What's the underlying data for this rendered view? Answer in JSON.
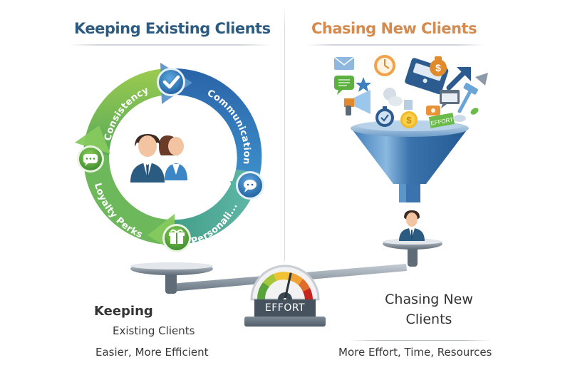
{
  "left_panel": {
    "title": "Keeping Existing Clients",
    "title_color": "#2c5b82",
    "cycle": {
      "center_icon": "client-couple-icon",
      "segments": [
        {
          "label": "Consistency",
          "icon": "checkmark-icon",
          "color": "#8cc152"
        },
        {
          "label": "Communication",
          "icon": "speech-bubble-icon",
          "color": "#2f74b5"
        },
        {
          "label": "Personali...",
          "icon": "gift-icon",
          "color": "#4fae9a"
        },
        {
          "label": "Loyalty Perks",
          "icon": "chat-dots-icon",
          "color": "#6cb85a"
        }
      ]
    },
    "caption_title_line1": "Keeping",
    "caption_title_line2": "Existing Clients",
    "caption_subtitle": "Easier, More Efficient"
  },
  "right_panel": {
    "title": "Chasing New Clients",
    "title_color": "#d58a4e",
    "funnel_items": [
      "envelope-icon",
      "alarm-clock-icon",
      "briefcase-icon",
      "money-bag-icon",
      "arrow-icon",
      "chat-icon",
      "star-icon",
      "megaphone-icon",
      "stopwatch-icon",
      "dollar-coin-icon",
      "effort-ticket-icon",
      "browser-window-icon",
      "hammer-icon",
      "leaf-icon"
    ],
    "effort_ticket_label": "EFFORT",
    "caption_title_line1": "Chasing New",
    "caption_title_line2": "Clients",
    "caption_subtitle": "More Effort, Time, Resources"
  },
  "scale": {
    "gauge_label": "EFFORT",
    "gauge_colors": [
      "#5aa23a",
      "#a3c63a",
      "#f1c232",
      "#f0a235",
      "#e06a2a",
      "#c8241e"
    ]
  }
}
